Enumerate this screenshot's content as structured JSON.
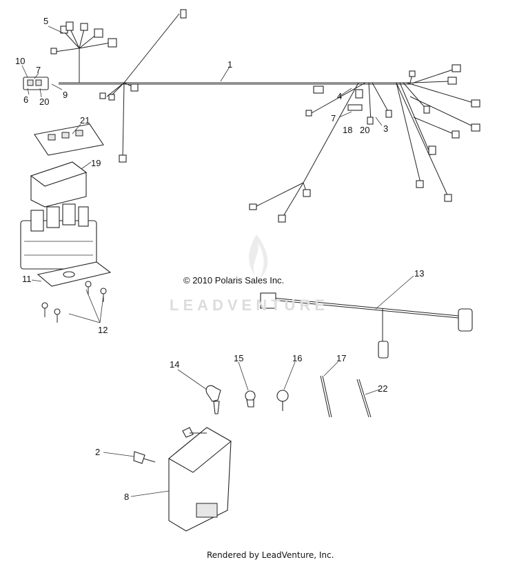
{
  "callouts": {
    "c1": "1",
    "c2": "2",
    "c3": "3",
    "c4": "4",
    "c5": "5",
    "c6": "6",
    "c7a": "7",
    "c7b": "7",
    "c8": "8",
    "c9": "9",
    "c10": "10",
    "c11": "11",
    "c12": "12",
    "c13": "13",
    "c14": "14",
    "c15": "15",
    "c16": "16",
    "c17": "17",
    "c18": "18",
    "c19": "19",
    "c20a": "20",
    "c20b": "20",
    "c21": "21",
    "c22": "22"
  },
  "copyright": "© 2010 Polaris Sales Inc.",
  "watermark": "LEADVENTURE",
  "footer": "Rendered by LeadVenture, Inc."
}
